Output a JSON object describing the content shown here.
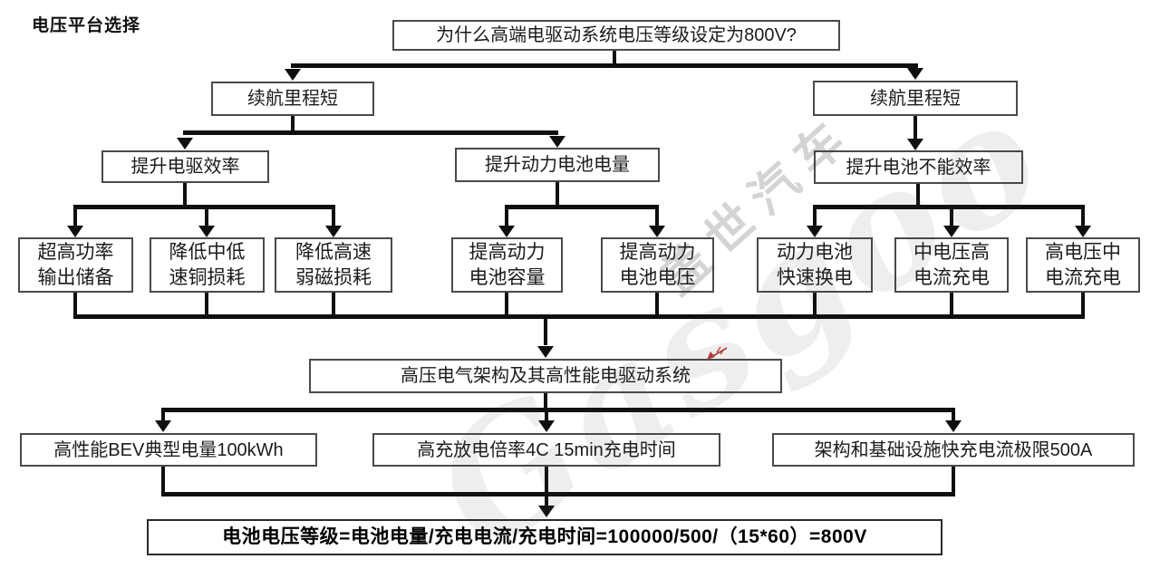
{
  "title": "电压平台选择",
  "watermark": {
    "cn": "盖世汽车",
    "en": "Gasgoo"
  },
  "nodes": {
    "question": "为什么高端电驱动系统电压等级设定为800V?",
    "range_left": "续航里程短",
    "range_right": "续航里程短",
    "improve_drive": "提升电驱效率",
    "improve_energy": "提升动力电池电量",
    "improve_refuel": "提升电池不能效率",
    "leaves": [
      {
        "l1": "超高功率",
        "l2": "输出储备"
      },
      {
        "l1": "降低中低",
        "l2": "速铜损耗"
      },
      {
        "l1": "降低高速",
        "l2": "弱磁损耗"
      },
      {
        "l1": "提高动力",
        "l2": "电池容量"
      },
      {
        "l1": "提高动力",
        "l2": "电池电压"
      },
      {
        "l1": "动力电池",
        "l2": "快速换电"
      },
      {
        "l1": "中电压高",
        "l2": "电流充电"
      },
      {
        "l1": "高电压中",
        "l2": "电流充电"
      }
    ],
    "architecture": "高压电气架构及其高性能电驱动系统",
    "factors": [
      "高性能BEV典型电量100kWh",
      "高充放电倍率4C 15min充电时间",
      "架构和基础设施快充电流极限500A"
    ],
    "formula": "电池电压等级=电池电量/充电电流/充电时间=100000/500/（15*60）=800V"
  },
  "colors": {
    "line": "#0f0f0f",
    "border": "#4a4a4a",
    "annotation": "#b23a3a"
  }
}
